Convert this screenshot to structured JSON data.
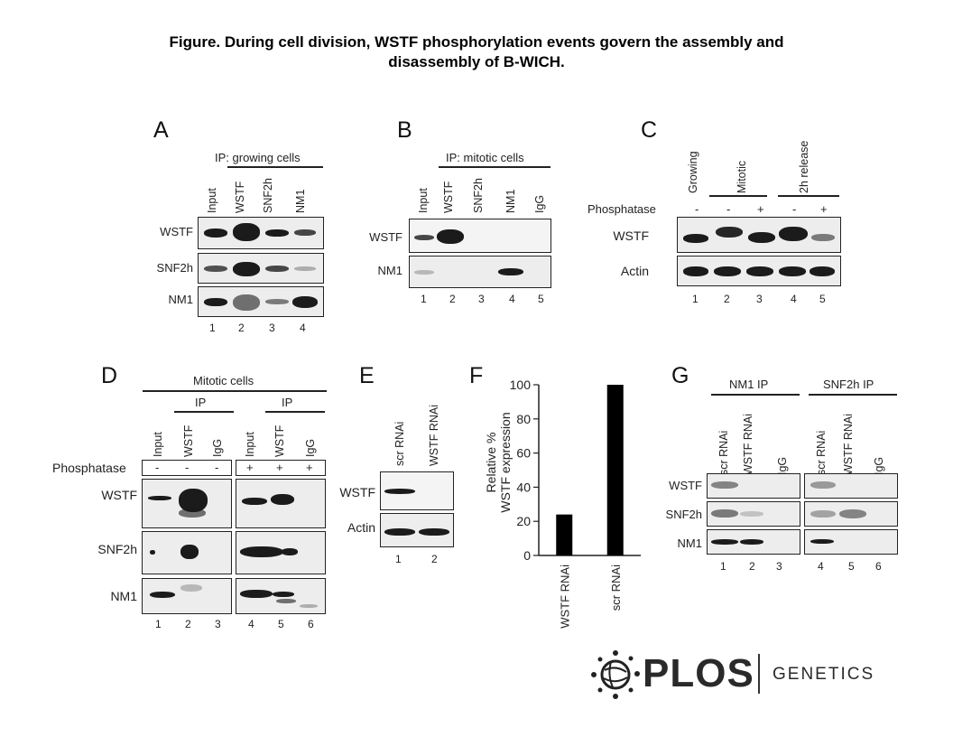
{
  "figure": {
    "title_line1": "Figure. During cell division, WSTF phosphorylation events govern the assembly and",
    "title_line2": "disassembly of B-WICH."
  },
  "panelA": {
    "label": "A",
    "header": "IP: growing cells",
    "lanes": [
      "Input",
      "WSTF",
      "SNF2h",
      "NM1"
    ],
    "rows": [
      "WSTF",
      "SNF2h",
      "NM1"
    ],
    "numbers": [
      "1",
      "2",
      "3",
      "4"
    ]
  },
  "panelB": {
    "label": "B",
    "header": "IP: mitotic cells",
    "lanes": [
      "Input",
      "WSTF",
      "SNF2h",
      "NM1",
      "IgG"
    ],
    "rows": [
      "WSTF",
      "NM1"
    ],
    "numbers": [
      "1",
      "2",
      "3",
      "4",
      "5"
    ]
  },
  "panelC": {
    "label": "C",
    "groups": [
      "Growing",
      "Mitotic",
      "2h release"
    ],
    "phosphatase_label": "Phosphatase",
    "phosphatase_signs": [
      "-",
      "-",
      "+",
      "-",
      "+"
    ],
    "rows": [
      "WSTF",
      "Actin"
    ],
    "numbers": [
      "1",
      "2",
      "3",
      "4",
      "5"
    ]
  },
  "panelD": {
    "label": "D",
    "header": "Mitotic cells",
    "ip_label": "IP",
    "lanes": [
      "Input",
      "WSTF",
      "IgG",
      "Input",
      "WSTF",
      "IgG"
    ],
    "phosphatase_label": "Phosphatase",
    "phosphatase_signs": [
      "-",
      "-",
      "-",
      "+",
      "+",
      "+"
    ],
    "rows": [
      "WSTF",
      "SNF2h",
      "NM1"
    ],
    "numbers": [
      "1",
      "2",
      "3",
      "4",
      "5",
      "6"
    ]
  },
  "panelE": {
    "label": "E",
    "lanes": [
      "scr RNAi",
      "WSTF RNAi"
    ],
    "rows": [
      "WSTF",
      "Actin"
    ],
    "numbers": [
      "1",
      "2"
    ]
  },
  "panelF": {
    "label": "F"
  },
  "panelG": {
    "label": "G",
    "group1": "NM1 IP",
    "group2": "SNF2h IP",
    "lanes": [
      "scr RNAi",
      "WSTF RNAi",
      "IgG",
      "scr RNAi",
      "WSTF RNAi",
      "IgG"
    ],
    "rows": [
      "WSTF",
      "SNF2h",
      "NM1"
    ],
    "numbers": [
      "1",
      "2",
      "3",
      "4",
      "5",
      "6"
    ]
  },
  "chart_data": {
    "type": "bar",
    "categories": [
      "WSTF RNAi",
      "scr RNAi"
    ],
    "values": [
      24,
      100
    ],
    "ylabel_line1": "Relative %",
    "ylabel_line2": "WSTF expression",
    "ylim": [
      0,
      100
    ],
    "yticks": [
      "0",
      "20",
      "40",
      "60",
      "80",
      "100"
    ],
    "bar_color": "#000000"
  },
  "logo": {
    "brand": "PLOS",
    "journal": "GENETICS"
  }
}
